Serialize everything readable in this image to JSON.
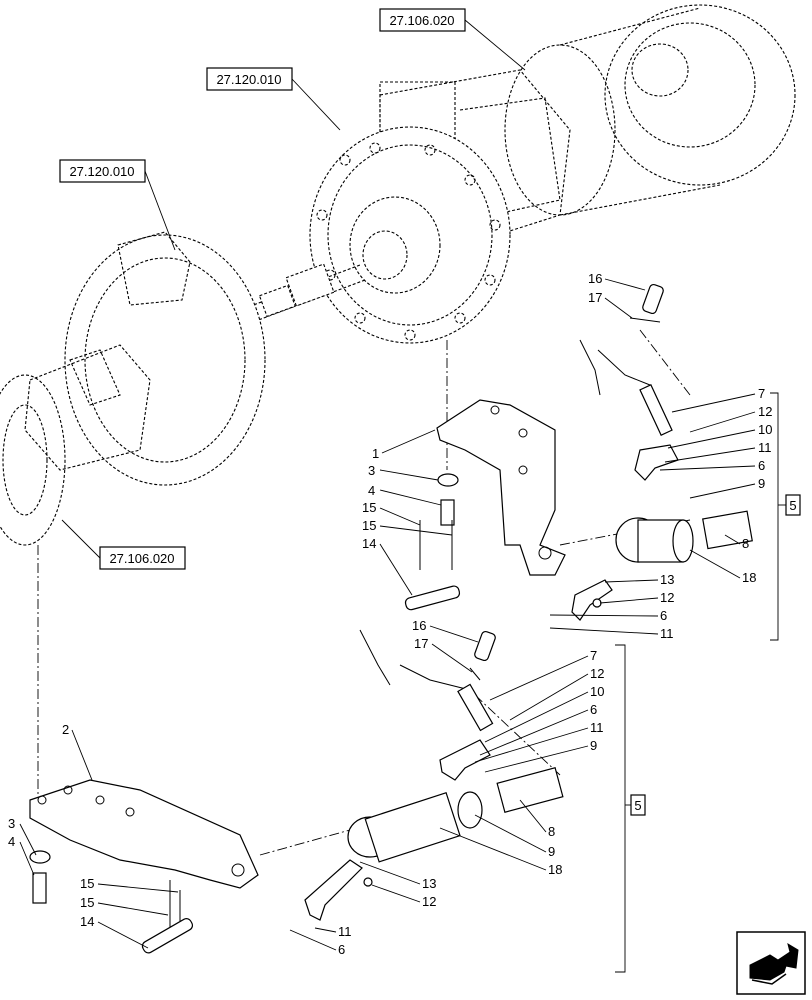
{
  "references": {
    "ref_top_right": "27.106.020",
    "ref_center": "27.120.010",
    "ref_left": "27.120.010",
    "ref_lower_left": "27.106.020"
  },
  "group_labels": {
    "upper_group": "5",
    "lower_group": "5"
  },
  "callouts_upper": {
    "c1": "1",
    "c3": "3",
    "c4": "4",
    "c15a": "15",
    "c15b": "15",
    "c14": "14",
    "c16": "16",
    "c17": "17",
    "c7": "7",
    "c12a": "12",
    "c10": "10",
    "c11a": "11",
    "c6a": "6",
    "c9": "9",
    "c8": "8",
    "c18": "18",
    "c13": "13",
    "c12b": "12",
    "c6b": "6",
    "c11b": "11"
  },
  "callouts_lower": {
    "c2": "2",
    "c3": "3",
    "c4": "4",
    "c15a": "15",
    "c15b": "15",
    "c14": "14",
    "c16": "16",
    "c17": "17",
    "c7": "7",
    "c12a": "12",
    "c10": "10",
    "c6a": "6",
    "c11a": "11",
    "c9a": "9",
    "c8": "8",
    "c9b": "9",
    "c18": "18",
    "c13": "13",
    "c12b": "12",
    "c11b": "11",
    "c6b": "6"
  },
  "nav_icon": "return-arrow-icon"
}
